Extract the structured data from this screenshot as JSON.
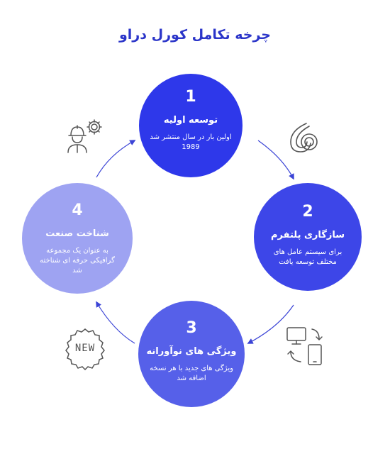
{
  "title": "چرخه تکامل کورل دراو",
  "steps": [
    {
      "number": "1",
      "heading": "توسعه اولیه",
      "text": "اولین بار در سال منتشر شد 1989"
    },
    {
      "number": "2",
      "heading": "سازگاری پلتفرم",
      "text": "برای سیستم عامل های مختلف توسعه یافت"
    },
    {
      "number": "3",
      "heading": "ویژگی های نوآورانه",
      "text": "ویژگی های جدید با هر نسخه اضافه شد"
    },
    {
      "number": "4",
      "heading": "شناخت صنعت",
      "text": "به عنوان یک مجموعه گرافیکی حرفه ای شناخته شد"
    }
  ],
  "icons": {
    "new_label": "NEW",
    "step1": "engineer-gear-icon",
    "step2": "corel-logo-icon",
    "step3": "new-badge-icon",
    "step4": "devices-sync-icon"
  },
  "colors": {
    "title": "#2b35c9",
    "circle1": "#2e38ea",
    "circle2": "#3d46e8",
    "circle3": "#5660e9",
    "circle4": "#9ea3f2",
    "arrow": "#3b44d6",
    "icon": "#555555"
  }
}
